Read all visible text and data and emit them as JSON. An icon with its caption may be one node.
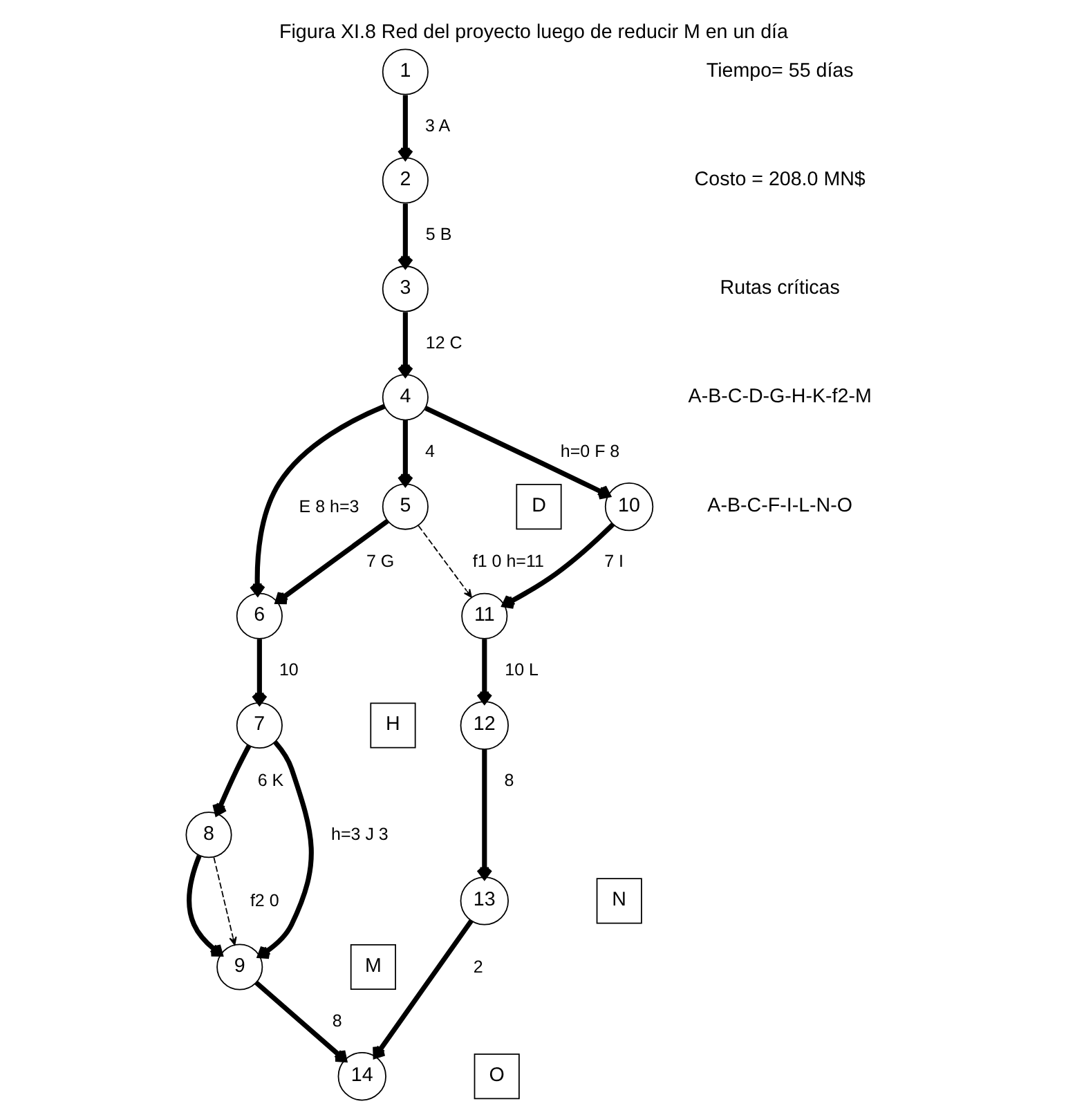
{
  "diagram": {
    "title": "Figura XI.8 Red del proyecto luego de reducir M en un día",
    "nodes": [
      {
        "text": [
          "1"
        ]
      },
      {
        "text": [
          "2"
        ]
      },
      {
        "text": [
          "3"
        ]
      },
      {
        "text": [
          "4"
        ]
      },
      {
        "text": [
          "5"
        ]
      },
      {
        "text": [
          "6"
        ]
      },
      {
        "text": [
          "7"
        ]
      },
      {
        "text": [
          "8"
        ]
      },
      {
        "text": [
          "9"
        ]
      },
      {
        "text": [
          "10"
        ]
      },
      {
        "text": [
          "11"
        ]
      },
      {
        "text": [
          "12"
        ]
      },
      {
        "text": [
          "13"
        ]
      },
      {
        "text": [
          "14"
        ]
      },
      {
        "text": [
          "D"
        ]
      },
      {
        "text": [
          "H"
        ]
      },
      {
        "text": [
          "N"
        ]
      },
      {
        "text": [
          "O"
        ]
      },
      {
        "text": [
          "M"
        ]
      }
    ],
    "edges": [
      {
        "from": 0,
        "to": 1,
        "arrow": "to",
        "label": "3 A"
      },
      {
        "from": 1,
        "to": 2,
        "arrow": "to",
        "label": "5 B"
      },
      {
        "from": 2,
        "to": 3,
        "arrow": "to",
        "label": "12 C"
      },
      {
        "from": 3,
        "to": 9,
        "arrow": "to",
        "label": "h=0 F 8"
      },
      {
        "from": 3,
        "to": 4,
        "arrow": "to",
        "label": "4"
      },
      {
        "from": 3,
        "to": 5,
        "arrow": "to",
        "label": "E 8 h=3"
      },
      {
        "from": 4,
        "to": 10,
        "arrow": "to",
        "label": "f1 0 h=11",
        "style": "dashed"
      },
      {
        "from": 9,
        "to": 10,
        "arrow": "to",
        "label": "7 I"
      },
      {
        "from": 4,
        "to": 5,
        "arrow": "to",
        "label": "7 G"
      },
      {
        "from": 10,
        "to": 11,
        "arrow": "to",
        "label": "10 L"
      },
      {
        "from": 5,
        "to": 6,
        "arrow": "to",
        "label": "10"
      },
      {
        "from": 11,
        "to": 12,
        "arrow": "to",
        "label": "8"
      },
      {
        "from": 6,
        "to": 7,
        "arrow": "to",
        "label": "6 K"
      },
      {
        "from": 6,
        "to": 8,
        "arrow": "to",
        "label": "h=3 J 3"
      },
      {
        "from": 7,
        "to": 8,
        "arrow": "to"
      },
      {
        "from": 7,
        "to": 8,
        "arrow": "to",
        "label": "f2 0",
        "style": "dashed"
      },
      {
        "from": 8,
        "to": 13,
        "arrow": "to",
        "label": "8"
      },
      {
        "from": 12,
        "to": 13,
        "arrow": "to",
        "label": "2"
      }
    ],
    "labels": [
      "Tiempo= 55 días",
      "Costo = 208.0 MN$",
      "Rutas críticas",
      "A-B-C-D-G-H-K-f2-M",
      "A-B-C-F-I-L-N-O"
    ]
  }
}
